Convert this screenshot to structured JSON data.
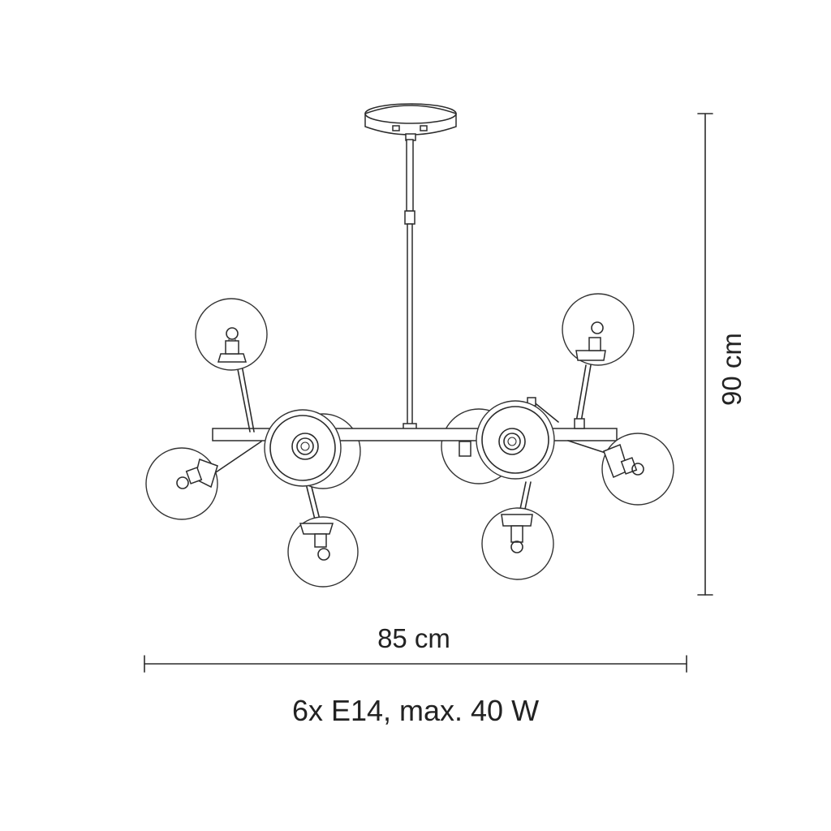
{
  "dimensions": {
    "width_label": "85 cm",
    "height_label": "90 cm"
  },
  "specification": "6x E14, max. 40 W",
  "colors": {
    "line": "#2b2b2b",
    "background": "#ffffff"
  }
}
